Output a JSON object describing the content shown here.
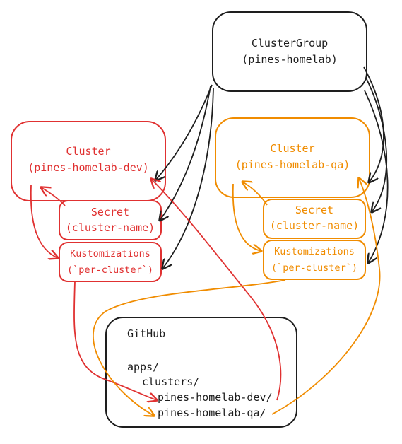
{
  "colors": {
    "black": "#1e1e1e",
    "red": "#e03131",
    "orange": "#f08c00"
  },
  "cluster_group": {
    "line1": "ClusterGroup",
    "line2": "(pines-homelab)"
  },
  "dev": {
    "cluster_line1": "Cluster",
    "cluster_line2": "(pines-homelab-dev)",
    "secret_line1": "Secret",
    "secret_line2": "(cluster-name)",
    "kust_line1": "Kustomizations",
    "kust_line2": "(`per-cluster`)"
  },
  "qa": {
    "cluster_line1": "Cluster",
    "cluster_line2": "(pines-homelab-qa)",
    "secret_line1": "Secret",
    "secret_line2": "(cluster-name)",
    "kust_line1": "Kustomizations",
    "kust_line2": "(`per-cluster`)"
  },
  "github": {
    "title": "GitHub",
    "line_apps": "apps/",
    "line_clusters": "clusters/",
    "line_dev": "pines-homelab-dev/",
    "line_qa": "pines-homelab-qa/"
  }
}
